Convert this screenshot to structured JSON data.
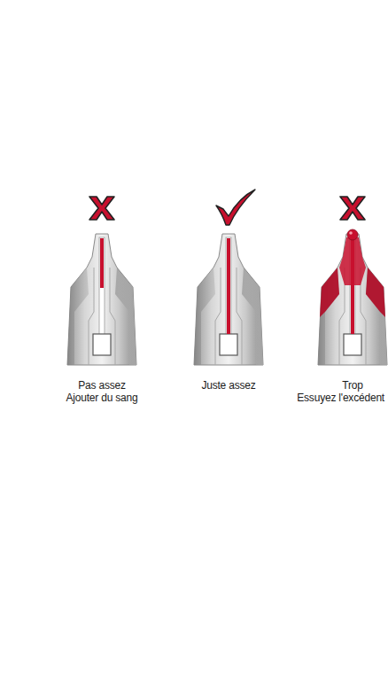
{
  "diagram": {
    "labels": [
      "Pas assez",
      "Ajouter du sang",
      "Juste assez",
      "Trop",
      "Essuyez l'excédent"
    ]
  }
}
